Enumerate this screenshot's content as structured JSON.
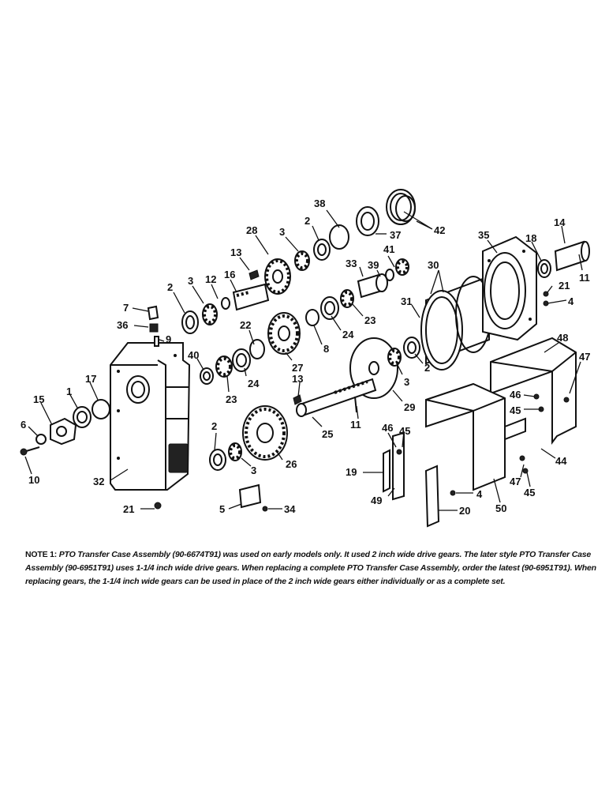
{
  "note": {
    "label": "NOTE 1:",
    "text": "PTO Transfer Case Assembly (90-6674T91) was used on early models only. It used 2 inch wide drive gears. The later style PTO Transfer Case Assembly (90-6951T91) uses 1-1/4 inch wide drive gears. When replacing a complete PTO Transfer Case Assembly, order the latest (90-6951T91). When replacing gears, the 1-1/4 inch wide gears can be used in place of the 2 inch wide gears either individually or as a complete set."
  },
  "callouts": [
    {
      "id": "c-38",
      "text": "38"
    },
    {
      "id": "c-42",
      "text": "42"
    },
    {
      "id": "c-2a",
      "text": "2"
    },
    {
      "id": "c-37",
      "text": "37"
    },
    {
      "id": "c-14",
      "text": "14"
    },
    {
      "id": "c-35",
      "text": "35"
    },
    {
      "id": "c-28",
      "text": "28"
    },
    {
      "id": "c-3a",
      "text": "3"
    },
    {
      "id": "c-18",
      "text": "18"
    },
    {
      "id": "c-13a",
      "text": "13"
    },
    {
      "id": "c-41",
      "text": "41"
    },
    {
      "id": "c-39",
      "text": "39"
    },
    {
      "id": "c-33",
      "text": "33"
    },
    {
      "id": "c-30",
      "text": "30"
    },
    {
      "id": "c-11a",
      "text": "11"
    },
    {
      "id": "c-2b",
      "text": "2"
    },
    {
      "id": "c-3b",
      "text": "3"
    },
    {
      "id": "c-12",
      "text": "12"
    },
    {
      "id": "c-16",
      "text": "16"
    },
    {
      "id": "c-21a",
      "text": "21"
    },
    {
      "id": "c-4a",
      "text": "4"
    },
    {
      "id": "c-7",
      "text": "7"
    },
    {
      "id": "c-31",
      "text": "31"
    },
    {
      "id": "c-23a",
      "text": "23"
    },
    {
      "id": "c-36",
      "text": "36"
    },
    {
      "id": "c-22",
      "text": "22"
    },
    {
      "id": "c-24a",
      "text": "24"
    },
    {
      "id": "c-9",
      "text": "9"
    },
    {
      "id": "c-8",
      "text": "8"
    },
    {
      "id": "c-48",
      "text": "48"
    },
    {
      "id": "c-40",
      "text": "40"
    },
    {
      "id": "c-2c",
      "text": "2"
    },
    {
      "id": "c-27",
      "text": "27"
    },
    {
      "id": "c-47a",
      "text": "47"
    },
    {
      "id": "c-24b",
      "text": "24"
    },
    {
      "id": "c-3c",
      "text": "3"
    },
    {
      "id": "c-17",
      "text": "17"
    },
    {
      "id": "c-23b",
      "text": "23"
    },
    {
      "id": "c-13b",
      "text": "13"
    },
    {
      "id": "c-46a",
      "text": "46"
    },
    {
      "id": "c-15",
      "text": "15"
    },
    {
      "id": "c-1",
      "text": "1"
    },
    {
      "id": "c-29",
      "text": "29"
    },
    {
      "id": "c-45a",
      "text": "45"
    },
    {
      "id": "c-11b",
      "text": "11"
    },
    {
      "id": "c-6",
      "text": "6"
    },
    {
      "id": "c-2d",
      "text": "2"
    },
    {
      "id": "c-25",
      "text": "25"
    },
    {
      "id": "c-46b",
      "text": "46"
    },
    {
      "id": "c-45b",
      "text": "45"
    },
    {
      "id": "c-10",
      "text": "10"
    },
    {
      "id": "c-26",
      "text": "26"
    },
    {
      "id": "c-3d",
      "text": "3"
    },
    {
      "id": "c-44",
      "text": "44"
    },
    {
      "id": "c-19",
      "text": "19"
    },
    {
      "id": "c-32",
      "text": "32"
    },
    {
      "id": "c-47b",
      "text": "47"
    },
    {
      "id": "c-4b",
      "text": "4"
    },
    {
      "id": "c-45c",
      "text": "45"
    },
    {
      "id": "c-49",
      "text": "49"
    },
    {
      "id": "c-50",
      "text": "50"
    },
    {
      "id": "c-20",
      "text": "20"
    },
    {
      "id": "c-21b",
      "text": "21"
    },
    {
      "id": "c-5",
      "text": "5"
    },
    {
      "id": "c-34",
      "text": "34"
    }
  ]
}
